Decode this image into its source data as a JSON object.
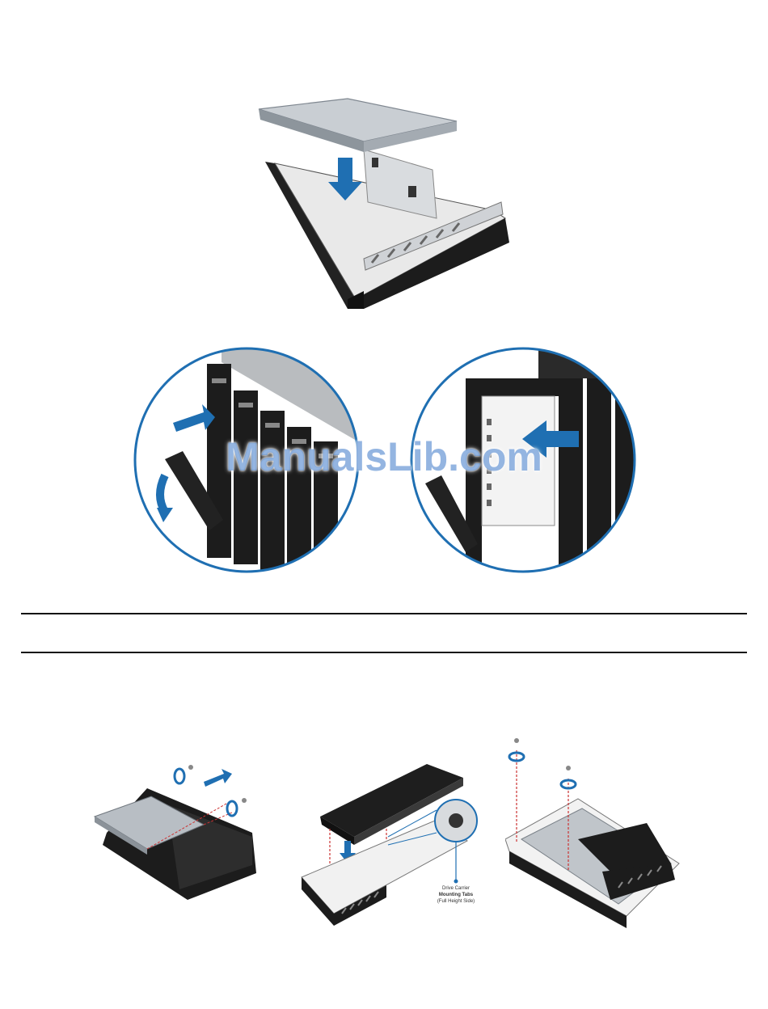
{
  "watermark": {
    "text": "ManualsLib.com"
  },
  "figures": {
    "mounting_tabs_label": {
      "line1": "Drive Carrier",
      "line2": "Mounting Tabs",
      "line3": "(Full Height Side)"
    }
  },
  "colors": {
    "accent_blue": "#1f6fb2",
    "rule": "#111111",
    "carrier_black": "#1c1c1c",
    "drive_silver": "#b8bec4"
  }
}
